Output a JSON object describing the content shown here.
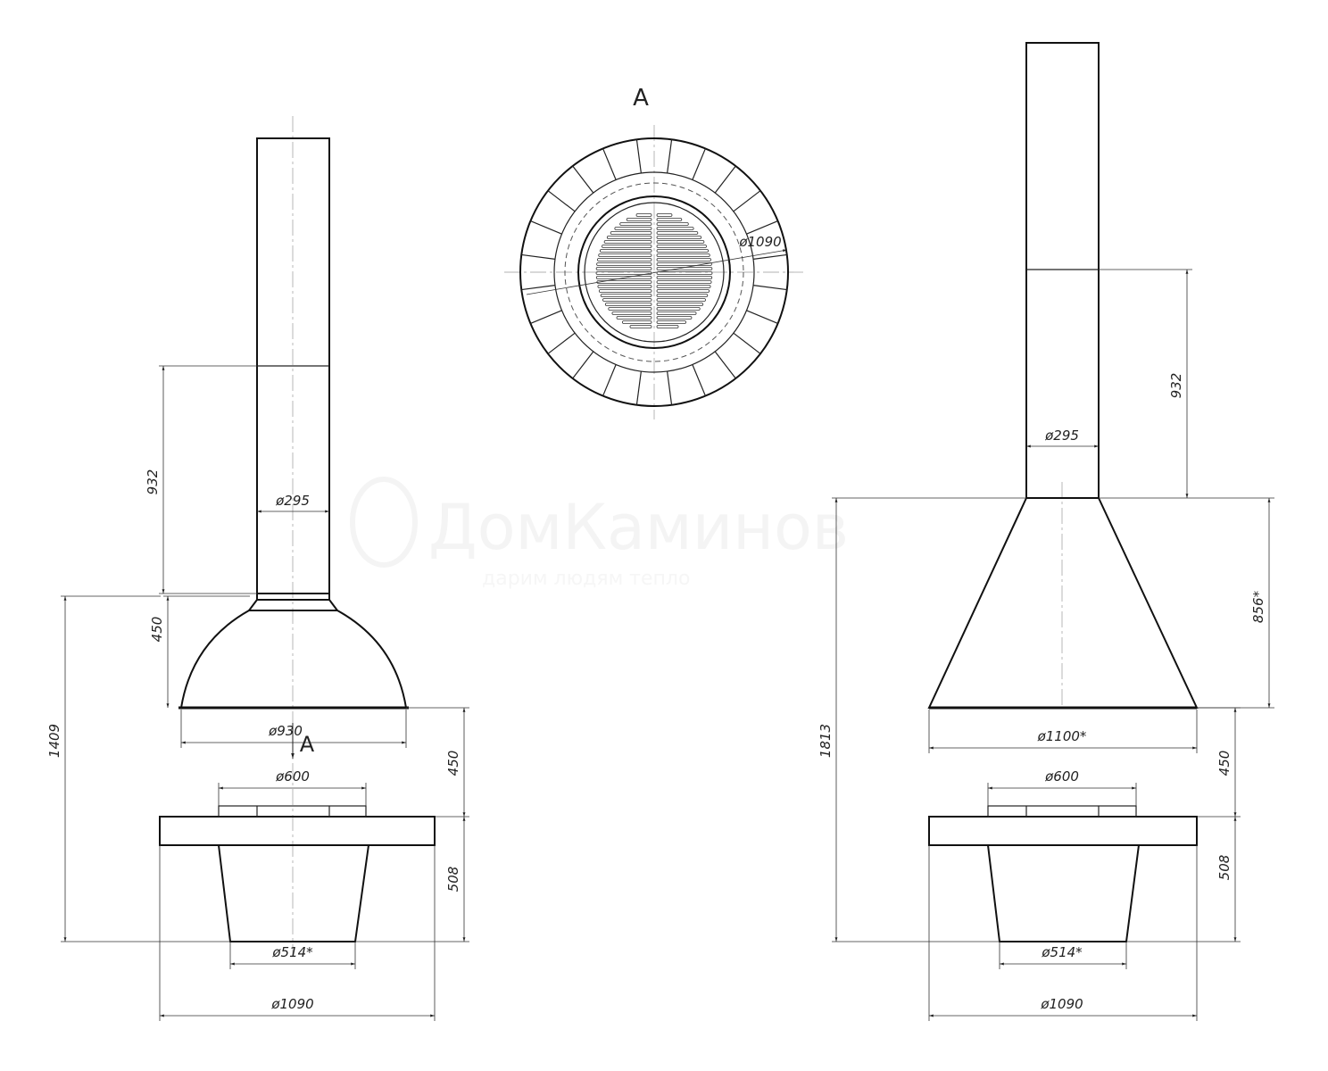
{
  "watermark": {
    "brand": "ДомКаминов",
    "slogan": "дарим людям тепло"
  },
  "section_label": "A",
  "front_view": {
    "chimney_height": "932",
    "chimney_diameter": "ø295",
    "hood_height": "450",
    "hood_diameter": "ø930",
    "total_height": "1409",
    "gap_height": "450",
    "base_height": "508",
    "grate_diameter": "ø600",
    "bowl_bottom_diameter": "ø514*",
    "plate_diameter": "ø1090",
    "section_arrow": "A"
  },
  "top_view": {
    "title": "A",
    "outer_diameter": "ø1090"
  },
  "side_view": {
    "chimney_height": "932",
    "chimney_diameter": "ø295",
    "hood_height": "856*",
    "hood_diameter": "ø1100*",
    "total_height": "1813",
    "gap_height": "450",
    "base_height": "508",
    "grate_diameter": "ø600",
    "bowl_bottom_diameter": "ø514*",
    "plate_diameter": "ø1090"
  }
}
